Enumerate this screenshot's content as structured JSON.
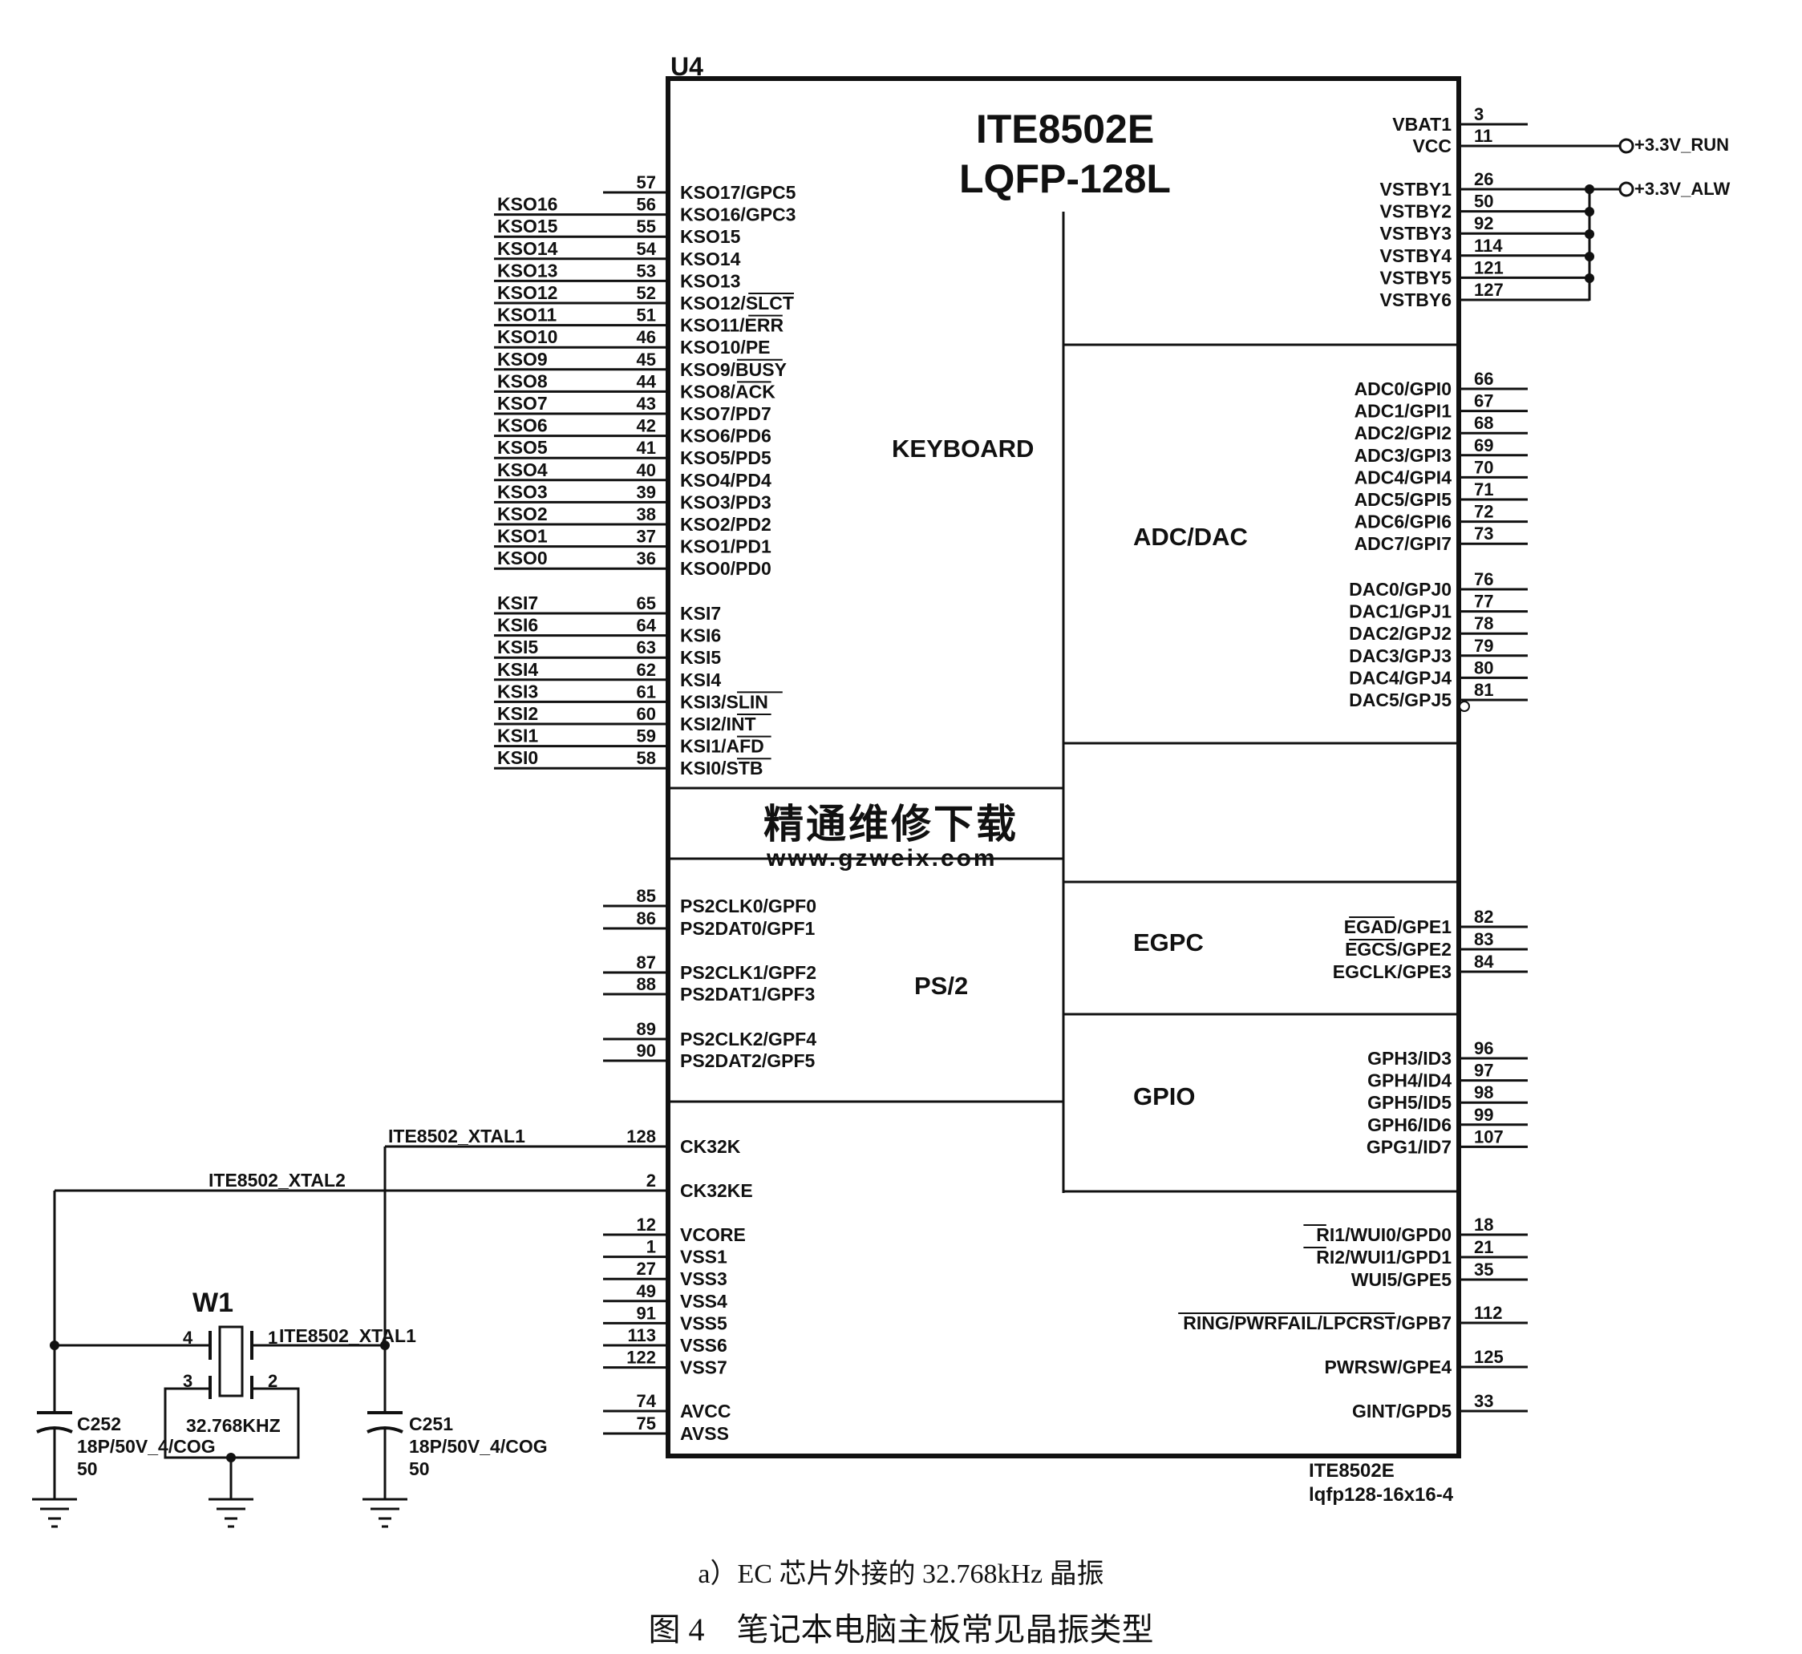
{
  "chip": {
    "ref": "U4",
    "title_line1": "ITE8502E",
    "title_line2": "LQFP-128L",
    "footer_part": "ITE8502E",
    "footer_pkg": "lqfp128-16x16-4"
  },
  "sections": {
    "keyboard": "KEYBOARD",
    "adc_dac": "ADC/DAC",
    "ps2": "PS/2",
    "egpc": "EGPC",
    "gpio": "GPIO"
  },
  "left_pins": [
    {
      "num": "57",
      "name": "KSO17/GPC5",
      "net": ""
    },
    {
      "num": "56",
      "name": "KSO16/GPC3",
      "net": "KSO16"
    },
    {
      "num": "55",
      "name": "KSO15",
      "net": "KSO15"
    },
    {
      "num": "54",
      "name": "KSO14",
      "net": "KSO14"
    },
    {
      "num": "53",
      "name": "KSO13",
      "net": "KSO13"
    },
    {
      "num": "52",
      "name": "KSO12/SLCT",
      "net": "KSO12"
    },
    {
      "num": "51",
      "name": "KSO11/ERR",
      "net": "KSO11"
    },
    {
      "num": "46",
      "name": "KSO10/PE",
      "net": "KSO10"
    },
    {
      "num": "45",
      "name": "KSO9/BUSY",
      "net": "KSO9"
    },
    {
      "num": "44",
      "name": "KSO8/ACK",
      "net": "KSO8"
    },
    {
      "num": "43",
      "name": "KSO7/PD7",
      "net": "KSO7"
    },
    {
      "num": "42",
      "name": "KSO6/PD6",
      "net": "KSO6"
    },
    {
      "num": "41",
      "name": "KSO5/PD5",
      "net": "KSO5"
    },
    {
      "num": "40",
      "name": "KSO4/PD4",
      "net": "KSO4"
    },
    {
      "num": "39",
      "name": "KSO3/PD3",
      "net": "KSO3"
    },
    {
      "num": "38",
      "name": "KSO2/PD2",
      "net": "KSO2"
    },
    {
      "num": "37",
      "name": "KSO1/PD1",
      "net": "KSO1"
    },
    {
      "num": "36",
      "name": "KSO0/PD0",
      "net": "KSO0"
    },
    {
      "num": "65",
      "name": "KSI7",
      "net": "KSI7"
    },
    {
      "num": "64",
      "name": "KSI6",
      "net": "KSI6"
    },
    {
      "num": "63",
      "name": "KSI5",
      "net": "KSI5"
    },
    {
      "num": "62",
      "name": "KSI4",
      "net": "KSI4"
    },
    {
      "num": "61",
      "name": "KSI3/SLIN",
      "net": "KSI3"
    },
    {
      "num": "60",
      "name": "KSI2/INT",
      "net": "KSI2"
    },
    {
      "num": "59",
      "name": "KSI1/AFD",
      "net": "KSI1"
    },
    {
      "num": "58",
      "name": "KSI0/STB",
      "net": "KSI0"
    },
    {
      "num": "85",
      "name": "PS2CLK0/GPF0",
      "net": ""
    },
    {
      "num": "86",
      "name": "PS2DAT0/GPF1",
      "net": ""
    },
    {
      "num": "87",
      "name": "PS2CLK1/GPF2",
      "net": ""
    },
    {
      "num": "88",
      "name": "PS2DAT1/GPF3",
      "net": ""
    },
    {
      "num": "89",
      "name": "PS2CLK2/GPF4",
      "net": ""
    },
    {
      "num": "90",
      "name": "PS2DAT2/GPF5",
      "net": ""
    },
    {
      "num": "128",
      "name": "CK32K",
      "net": ""
    },
    {
      "num": "2",
      "name": "CK32KE",
      "net": ""
    },
    {
      "num": "12",
      "name": "VCORE",
      "net": ""
    },
    {
      "num": "1",
      "name": "VSS1",
      "net": ""
    },
    {
      "num": "27",
      "name": "VSS3",
      "net": ""
    },
    {
      "num": "49",
      "name": "VSS4",
      "net": ""
    },
    {
      "num": "91",
      "name": "VSS5",
      "net": ""
    },
    {
      "num": "113",
      "name": "VSS6",
      "net": ""
    },
    {
      "num": "122",
      "name": "VSS7",
      "net": ""
    },
    {
      "num": "74",
      "name": "AVCC",
      "net": ""
    },
    {
      "num": "75",
      "name": "AVSS",
      "net": ""
    }
  ],
  "right_pins": [
    {
      "num": "3",
      "name": "VBAT1"
    },
    {
      "num": "11",
      "name": "VCC"
    },
    {
      "num": "26",
      "name": "VSTBY1"
    },
    {
      "num": "50",
      "name": "VSTBY2"
    },
    {
      "num": "92",
      "name": "VSTBY3"
    },
    {
      "num": "114",
      "name": "VSTBY4"
    },
    {
      "num": "121",
      "name": "VSTBY5"
    },
    {
      "num": "127",
      "name": "VSTBY6"
    },
    {
      "num": "66",
      "name": "ADC0/GPI0"
    },
    {
      "num": "67",
      "name": "ADC1/GPI1"
    },
    {
      "num": "68",
      "name": "ADC2/GPI2"
    },
    {
      "num": "69",
      "name": "ADC3/GPI3"
    },
    {
      "num": "70",
      "name": "ADC4/GPI4"
    },
    {
      "num": "71",
      "name": "ADC5/GPI5"
    },
    {
      "num": "72",
      "name": "ADC6/GPI6"
    },
    {
      "num": "73",
      "name": "ADC7/GPI7"
    },
    {
      "num": "76",
      "name": "DAC0/GPJ0"
    },
    {
      "num": "77",
      "name": "DAC1/GPJ1"
    },
    {
      "num": "78",
      "name": "DAC2/GPJ2"
    },
    {
      "num": "79",
      "name": "DAC3/GPJ3"
    },
    {
      "num": "80",
      "name": "DAC4/GPJ4"
    },
    {
      "num": "81",
      "name": "DAC5/GPJ5"
    },
    {
      "num": "82",
      "name": "EGAD/GPE1"
    },
    {
      "num": "83",
      "name": "EGCS/GPE2"
    },
    {
      "num": "84",
      "name": "EGCLK/GPE3"
    },
    {
      "num": "96",
      "name": "GPH3/ID3"
    },
    {
      "num": "97",
      "name": "GPH4/ID4"
    },
    {
      "num": "98",
      "name": "GPH5/ID5"
    },
    {
      "num": "99",
      "name": "GPH6/ID6"
    },
    {
      "num": "107",
      "name": "GPG1/ID7"
    },
    {
      "num": "18",
      "name": "RI1/WUI0/GPD0"
    },
    {
      "num": "21",
      "name": "RI2/WUI1/GPD1"
    },
    {
      "num": "35",
      "name": "WUI5/GPE5"
    },
    {
      "num": "112",
      "name": "RING/PWRFAIL/LPCRST/GPB7"
    },
    {
      "num": "125",
      "name": "PWRSW/GPE4"
    },
    {
      "num": "33",
      "name": "GINT/GPD5"
    }
  ],
  "rails": {
    "run": "+3.3V_RUN",
    "alw": "+3.3V_ALW"
  },
  "nets": {
    "xtal1": "ITE8502_XTAL1",
    "xtal2": "ITE8502_XTAL2",
    "xtal1_pin": "ITE8502_XTAL1"
  },
  "crystal": {
    "ref": "W1",
    "value": "32.768KHZ",
    "pin1": "1",
    "pin2": "2",
    "pin3": "3",
    "pin4": "4"
  },
  "caps": [
    {
      "ref": "C252",
      "value": "18P/50V_4/COG",
      "extra": "50"
    },
    {
      "ref": "C251",
      "value": "18P/50V_4/COG",
      "extra": "50"
    }
  ],
  "watermark": {
    "cn": "精通维修下载",
    "url": "www.gzweix.com"
  },
  "captions": {
    "sub": "a）EC 芯片外接的 32.768kHz 晶振",
    "fig": "图 4　笔记本电脑主板常见晶振类型"
  }
}
